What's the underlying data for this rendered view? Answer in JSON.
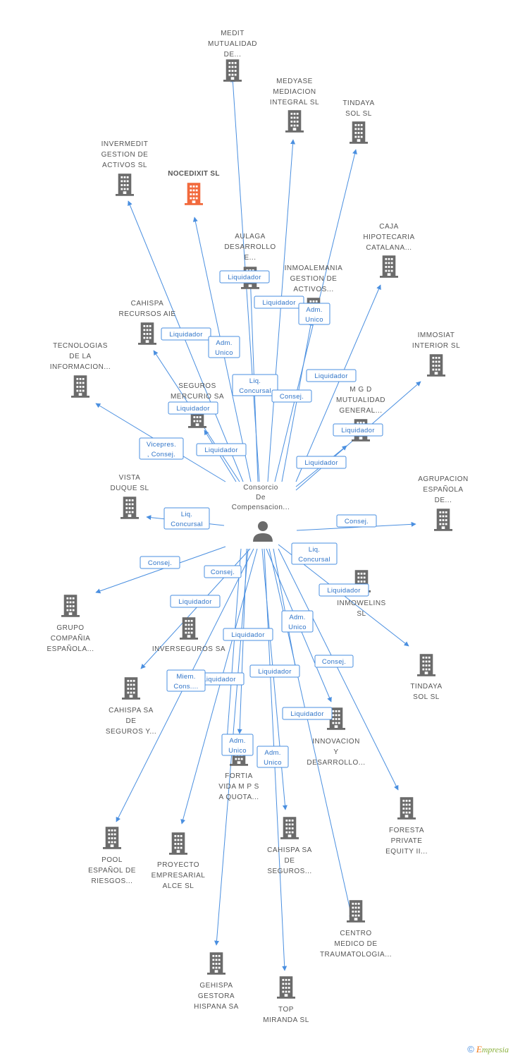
{
  "colors": {
    "edge": "#4a8fe0",
    "building": "#6b6b6b",
    "highlight": "#f26a3d",
    "person": "#6b6b6b"
  },
  "center": {
    "label": [
      "Consorcio",
      "De",
      "Compensacion..."
    ],
    "icon": "person-icon"
  },
  "nodes": [
    {
      "id": "medit",
      "label": [
        "MEDIT",
        "MUTUALIDAD",
        "DE..."
      ],
      "icon": "building-icon"
    },
    {
      "id": "medyase",
      "label": [
        "MEDYASE",
        "MEDIACION",
        "INTEGRAL SL"
      ],
      "icon": "building-icon"
    },
    {
      "id": "tindaya1",
      "label": [
        "TINDAYA",
        "SOL SL"
      ],
      "icon": "building-icon"
    },
    {
      "id": "invermedit",
      "label": [
        "INVERMEDIT",
        "GESTION DE",
        "ACTIVOS SL"
      ],
      "icon": "building-icon"
    },
    {
      "id": "nocedixit",
      "label": [
        "NOCEDIXIT SL"
      ],
      "icon": "building-icon",
      "highlight": true
    },
    {
      "id": "aulaga",
      "label": [
        "AULAGA",
        "DESARROLLO",
        "E..."
      ],
      "icon": "building-icon"
    },
    {
      "id": "caja",
      "label": [
        "CAJA",
        "HIPOTECARIA",
        "CATALANA..."
      ],
      "icon": "building-icon"
    },
    {
      "id": "inmoalemania",
      "label": [
        "INMOALEMANIA",
        "GESTION DE",
        "ACTIVOS..."
      ],
      "icon": "building-icon"
    },
    {
      "id": "cahispa_rec",
      "label": [
        "CAHISPA",
        "RECURSOS AIE"
      ],
      "icon": "building-icon"
    },
    {
      "id": "immosiat",
      "label": [
        "IMMOSIAT",
        "INTERIOR SL"
      ],
      "icon": "building-icon"
    },
    {
      "id": "tecnologias",
      "label": [
        "TECNOLOGIAS",
        "DE LA",
        "INFORMACION..."
      ],
      "icon": "building-icon"
    },
    {
      "id": "seguros_mercurio",
      "label": [
        "SEGUROS",
        "MERCURIO SA"
      ],
      "icon": "building-icon"
    },
    {
      "id": "mgd",
      "label": [
        "M G D",
        "MUTUALIDAD",
        "GENERAL..."
      ],
      "icon": "building-icon"
    },
    {
      "id": "vista",
      "label": [
        "VISTA",
        "DUQUE SL"
      ],
      "icon": "building-icon"
    },
    {
      "id": "agrupacion",
      "label": [
        "AGRUPACION",
        "ESPAÑOLA",
        "DE..."
      ],
      "icon": "building-icon"
    },
    {
      "id": "inmowelins",
      "label": [
        "INMOWELINS",
        "SL"
      ],
      "icon": "building-icon"
    },
    {
      "id": "grupo",
      "label": [
        "GRUPO",
        "COMPAÑIA",
        "ESPAÑOLA..."
      ],
      "icon": "building-icon"
    },
    {
      "id": "inverseguros",
      "label": [
        "INVERSEGUROS SA"
      ],
      "icon": "building-icon"
    },
    {
      "id": "tindaya2",
      "label": [
        "TINDAYA",
        "SOL SL"
      ],
      "icon": "building-icon"
    },
    {
      "id": "cahispa_sa1",
      "label": [
        "CAHISPA SA",
        "DE",
        "SEGUROS Y..."
      ],
      "icon": "building-icon"
    },
    {
      "id": "innovacion",
      "label": [
        "INNOVACION",
        "Y",
        "DESARROLLO..."
      ],
      "icon": "building-icon"
    },
    {
      "id": "fortia",
      "label": [
        "FORTIA",
        "VIDA M P S",
        "A QUOTA..."
      ],
      "icon": "building-icon"
    },
    {
      "id": "foresta",
      "label": [
        "FORESTA",
        "PRIVATE",
        "EQUITY II..."
      ],
      "icon": "building-icon"
    },
    {
      "id": "pool",
      "label": [
        "POOL",
        "ESPAÑOL DE",
        "RIESGOS..."
      ],
      "icon": "building-icon"
    },
    {
      "id": "proyecto",
      "label": [
        "PROYECTO",
        "EMPRESARIAL",
        "ALCE SL"
      ],
      "icon": "building-icon"
    },
    {
      "id": "cahispa_sa2",
      "label": [
        "CAHISPA SA",
        "DE",
        "SEGUROS..."
      ],
      "icon": "building-icon"
    },
    {
      "id": "centro",
      "label": [
        "CENTRO",
        "MEDICO DE",
        "TRAUMATOLOGIA..."
      ],
      "icon": "building-icon"
    },
    {
      "id": "gehispa",
      "label": [
        "GEHISPA",
        "GESTORA",
        "HISPANA SA"
      ],
      "icon": "building-icon"
    },
    {
      "id": "top",
      "label": [
        "TOP",
        "MIRANDA SL"
      ],
      "icon": "building-icon"
    }
  ],
  "edge_labels": [
    [
      "Liquidador"
    ],
    [
      "Liquidador"
    ],
    [
      "Adm.",
      "Unico"
    ],
    [
      "Liquidador"
    ],
    [
      "Adm.",
      "Unico"
    ],
    [
      "Liq.",
      "Concursal"
    ],
    [
      "Liquidador"
    ],
    [
      "Consej."
    ],
    [
      "Liquidador"
    ],
    [
      "Liquidador"
    ],
    [
      "Liquidador"
    ],
    [
      "Vicepres.",
      ", Consej."
    ],
    [
      "Liquidador"
    ],
    [
      "Liq.",
      "Concursal"
    ],
    [
      "Consej."
    ],
    [
      "Liq.",
      "Concursal"
    ],
    [
      "Consej."
    ],
    [
      "Consej."
    ],
    [
      "Liquidador"
    ],
    [
      "Liquidador"
    ],
    [
      "Adm.",
      "Unico"
    ],
    [
      "Liquidador"
    ],
    [
      "Consej."
    ],
    [
      "Miem.",
      "Cons...."
    ],
    [
      "Liquidador"
    ],
    [
      "Liquidador"
    ],
    [
      "Liquidador"
    ],
    [
      "Adm.",
      "Unico"
    ],
    [
      "Adm.",
      "Unico"
    ]
  ],
  "footer": {
    "copyright": "©",
    "brand_e": "E",
    "brand_rest": "mpresia"
  }
}
